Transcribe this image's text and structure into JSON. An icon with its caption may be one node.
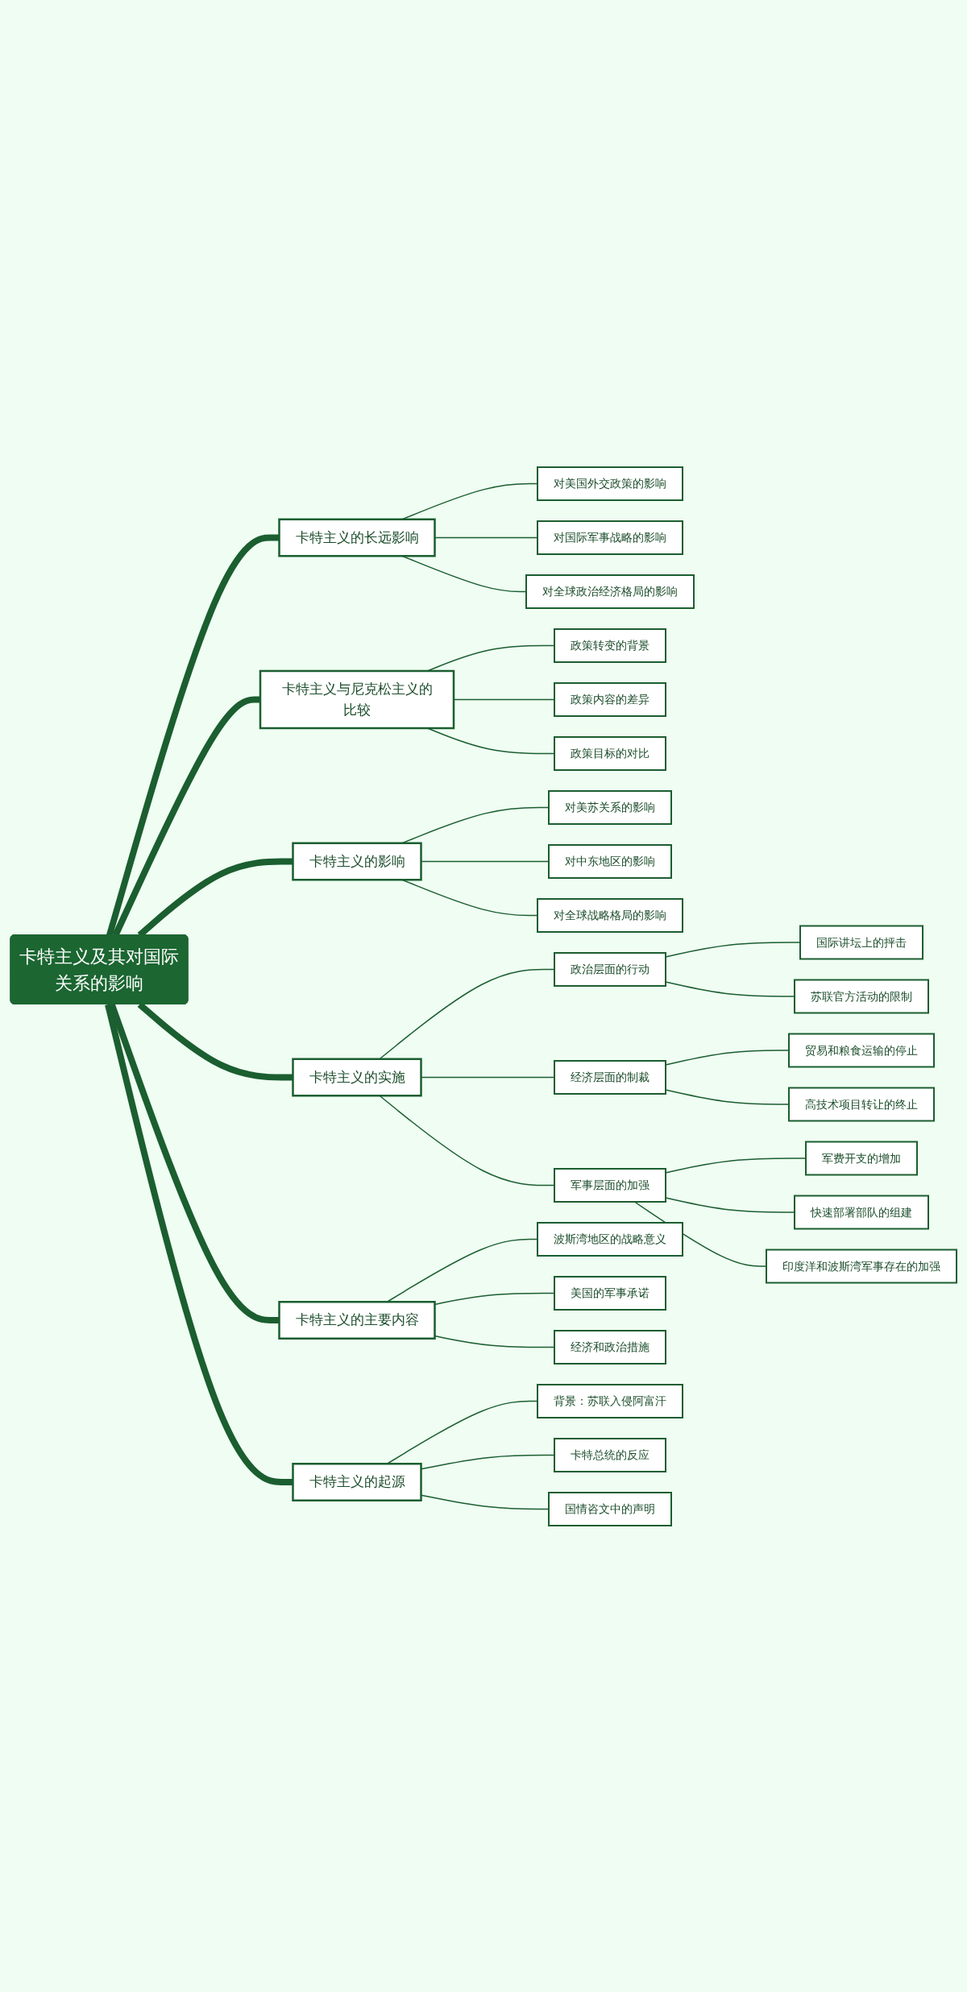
{
  "diagram": {
    "nodes": [
      {
        "text": [
          "卡特主义及其对国际关系的影响"
        ]
      },
      {
        "text": [
          "卡特主义的长远影响"
        ]
      },
      {
        "text": [
          "对美国外交政策的影响"
        ]
      },
      {
        "text": [
          "对国际军事战略的影响"
        ]
      },
      {
        "text": [
          "对全球政治经济格局的影响"
        ]
      },
      {
        "text": [
          "卡特主义与尼克松主义的比较"
        ]
      },
      {
        "text": [
          "政策转变的背景"
        ]
      },
      {
        "text": [
          "政策内容的差异"
        ]
      },
      {
        "text": [
          "政策目标的对比"
        ]
      },
      {
        "text": [
          "卡特主义的影响"
        ]
      },
      {
        "text": [
          "对美苏关系的影响"
        ]
      },
      {
        "text": [
          "对中东地区的影响"
        ]
      },
      {
        "text": [
          "对全球战略格局的影响"
        ]
      },
      {
        "text": [
          "卡特主义的实施"
        ]
      },
      {
        "text": [
          "政治层面的行动"
        ]
      },
      {
        "text": [
          "国际讲坛上的抨击"
        ]
      },
      {
        "text": [
          "苏联官方活动的限制"
        ]
      },
      {
        "text": [
          "经济层面的制裁"
        ]
      },
      {
        "text": [
          "贸易和粮食运输的停止"
        ]
      },
      {
        "text": [
          "高技术项目转让的终止"
        ]
      },
      {
        "text": [
          "军事层面的加强"
        ]
      },
      {
        "text": [
          "军费开支的增加"
        ]
      },
      {
        "text": [
          "快速部署部队的组建"
        ]
      },
      {
        "text": [
          "印度洋和波斯湾军事存在的加强"
        ]
      },
      {
        "text": [
          "卡特主义的主要内容"
        ]
      },
      {
        "text": [
          "波斯湾地区的战略意义"
        ]
      },
      {
        "text": [
          "美国的军事承诺"
        ]
      },
      {
        "text": [
          "经济和政治措施"
        ]
      },
      {
        "text": [
          "卡特主义的起源"
        ]
      },
      {
        "text": [
          "背景：苏联入侵阿富汗"
        ]
      },
      {
        "text": [
          "卡特总统的反应"
        ]
      },
      {
        "text": [
          "国情咨文中的声明"
        ]
      }
    ],
    "edges": [
      {
        "from": 0,
        "to": 1,
        "arrow": "none",
        "style": "thick"
      },
      {
        "from": 0,
        "to": 5,
        "arrow": "none",
        "style": "thick"
      },
      {
        "from": 0,
        "to": 9,
        "arrow": "none",
        "style": "thick"
      },
      {
        "from": 0,
        "to": 13,
        "arrow": "none",
        "style": "thick"
      },
      {
        "from": 0,
        "to": 24,
        "arrow": "none",
        "style": "thick"
      },
      {
        "from": 0,
        "to": 28,
        "arrow": "none",
        "style": "thick"
      },
      {
        "from": 1,
        "to": 2,
        "arrow": "none"
      },
      {
        "from": 1,
        "to": 3,
        "arrow": "none"
      },
      {
        "from": 1,
        "to": 4,
        "arrow": "none"
      },
      {
        "from": 5,
        "to": 6,
        "arrow": "none"
      },
      {
        "from": 5,
        "to": 7,
        "arrow": "none"
      },
      {
        "from": 5,
        "to": 8,
        "arrow": "none"
      },
      {
        "from": 9,
        "to": 10,
        "arrow": "none"
      },
      {
        "from": 9,
        "to": 11,
        "arrow": "none"
      },
      {
        "from": 9,
        "to": 12,
        "arrow": "none"
      },
      {
        "from": 13,
        "to": 14,
        "arrow": "none"
      },
      {
        "from": 14,
        "to": 15,
        "arrow": "none"
      },
      {
        "from": 14,
        "to": 16,
        "arrow": "none"
      },
      {
        "from": 13,
        "to": 17,
        "arrow": "none"
      },
      {
        "from": 17,
        "to": 18,
        "arrow": "none"
      },
      {
        "from": 17,
        "to": 19,
        "arrow": "none"
      },
      {
        "from": 13,
        "to": 20,
        "arrow": "none"
      },
      {
        "from": 20,
        "to": 21,
        "arrow": "none"
      },
      {
        "from": 20,
        "to": 22,
        "arrow": "none"
      },
      {
        "from": 20,
        "to": 23,
        "arrow": "none"
      },
      {
        "from": 24,
        "to": 25,
        "arrow": "none"
      },
      {
        "from": 24,
        "to": 26,
        "arrow": "none"
      },
      {
        "from": 24,
        "to": 27,
        "arrow": "none"
      },
      {
        "from": 28,
        "to": 29,
        "arrow": "none"
      },
      {
        "from": 28,
        "to": 30,
        "arrow": "none"
      },
      {
        "from": 28,
        "to": 31,
        "arrow": "none"
      }
    ]
  }
}
